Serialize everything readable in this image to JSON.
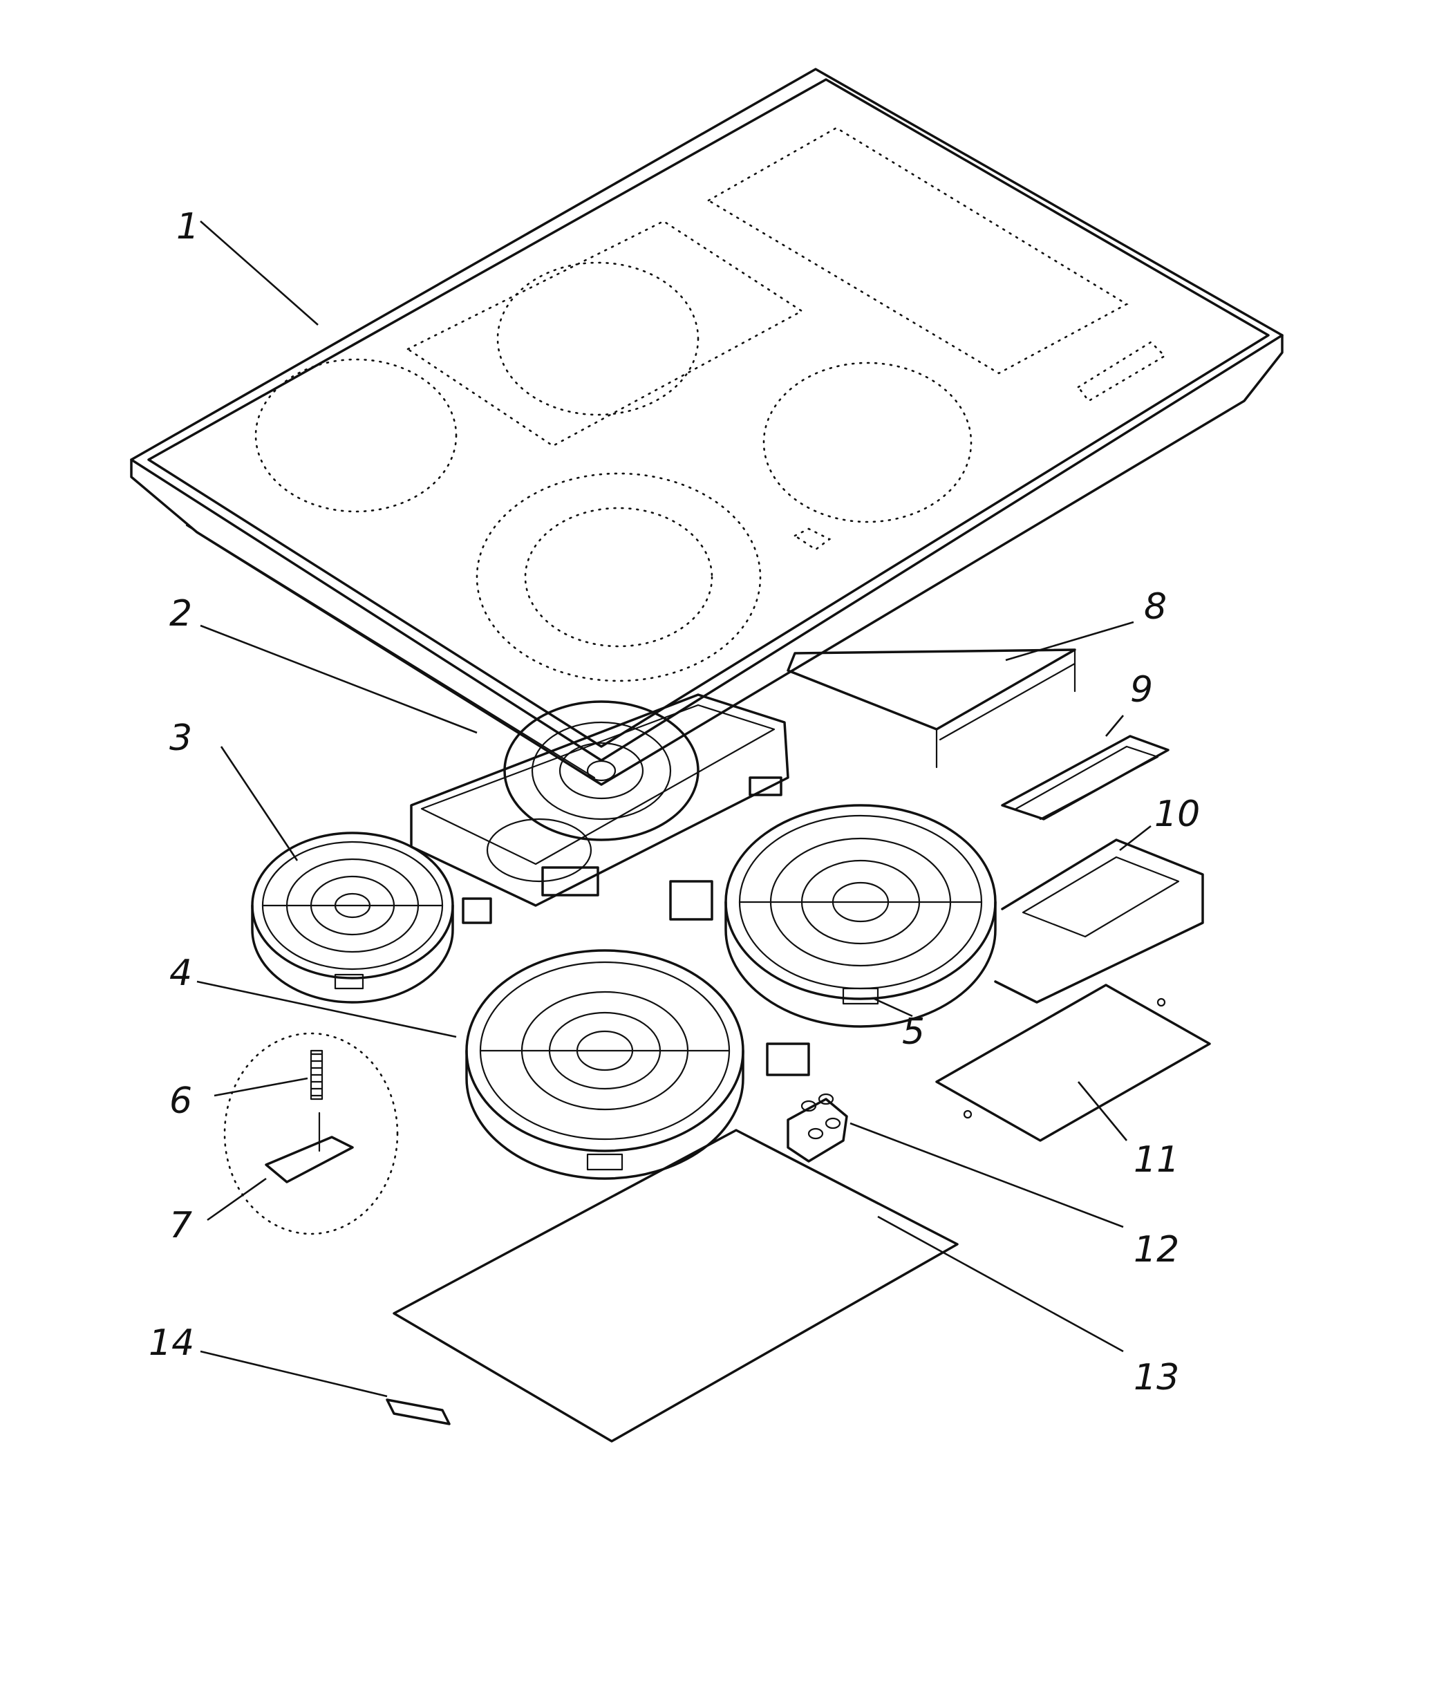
{
  "callouts": [
    {
      "id": "1",
      "text": "1"
    },
    {
      "id": "2",
      "text": "2"
    },
    {
      "id": "3",
      "text": "3"
    },
    {
      "id": "4",
      "text": "4"
    },
    {
      "id": "5",
      "text": "5"
    },
    {
      "id": "6",
      "text": "6"
    },
    {
      "id": "7",
      "text": "7"
    },
    {
      "id": "8",
      "text": "8"
    },
    {
      "id": "9",
      "text": "9"
    },
    {
      "id": "10",
      "text": "10"
    },
    {
      "id": "11",
      "text": "11"
    },
    {
      "id": "12",
      "text": "12"
    },
    {
      "id": "13",
      "text": "13"
    },
    {
      "id": "14",
      "text": "14"
    }
  ],
  "colors": {
    "line": "#111111",
    "background": "#ffffff"
  }
}
